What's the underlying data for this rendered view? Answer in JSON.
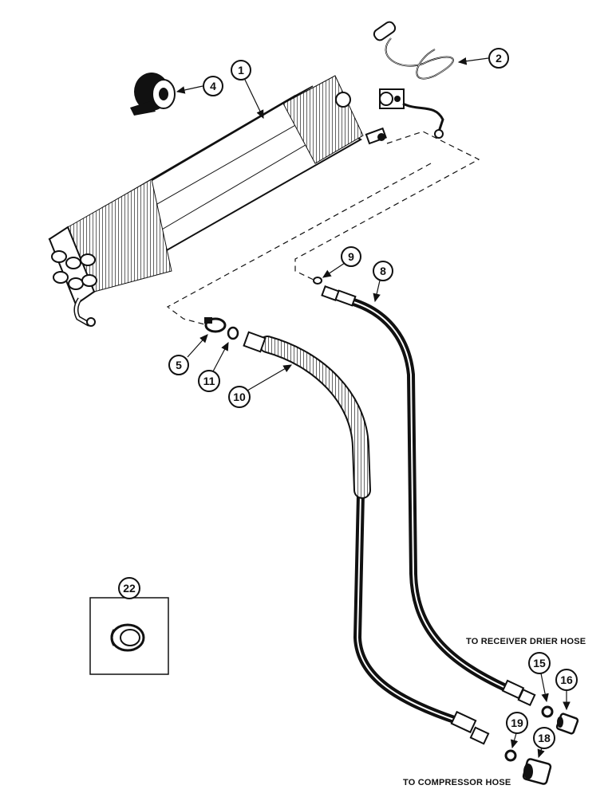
{
  "callouts": {
    "c1": "1",
    "c2": "2",
    "c4": "4",
    "c5": "5",
    "c8": "8",
    "c9": "9",
    "c10": "10",
    "c11": "11",
    "c15": "15",
    "c16": "16",
    "c18": "18",
    "c19": "19",
    "c22": "22"
  },
  "notes": {
    "receiver": "TO RECEIVER DRIER HOSE",
    "compressor": "TO COMPRESSOR HOSE"
  }
}
